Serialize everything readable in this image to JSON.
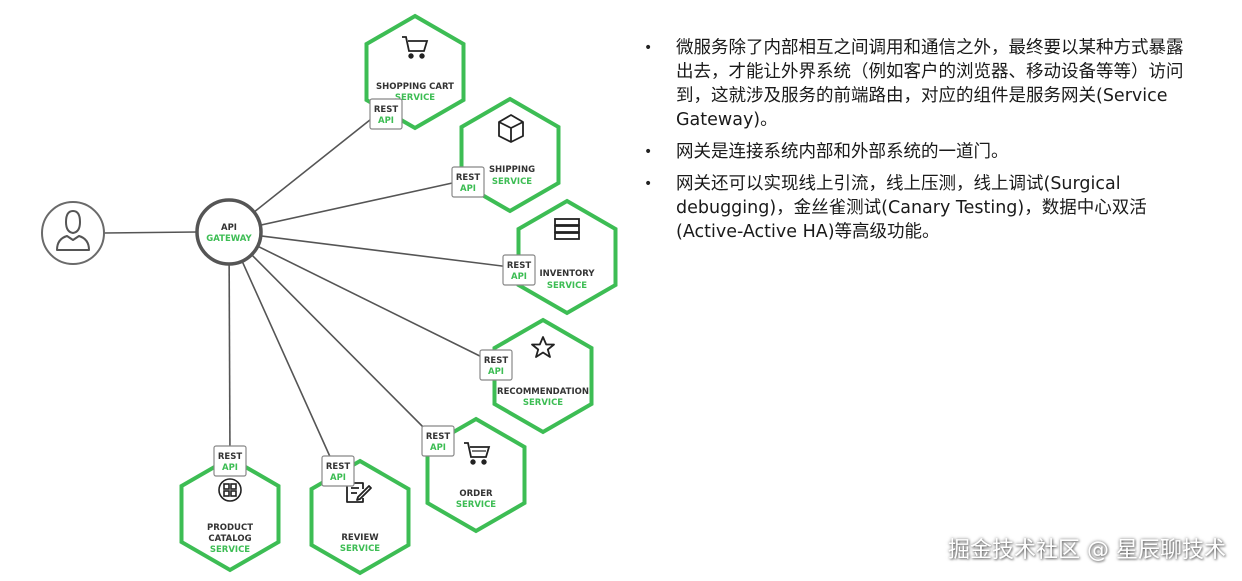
{
  "diagram": {
    "user": {
      "icon": "user-icon"
    },
    "gateway": {
      "line1": "API",
      "line2": "GATEWAY"
    },
    "rest": {
      "line1": "REST",
      "line2": "API"
    },
    "services": [
      {
        "id": "shopping-cart",
        "lines": [
          "SHOPPING CART"
        ],
        "sub": "SERVICE",
        "icon": "shopping-cart-icon"
      },
      {
        "id": "shipping",
        "lines": [
          "SHIPPING"
        ],
        "sub": "SERVICE",
        "icon": "package-icon"
      },
      {
        "id": "inventory",
        "lines": [
          "INVENTORY"
        ],
        "sub": "SERVICE",
        "icon": "stack-icon"
      },
      {
        "id": "recommendation",
        "lines": [
          "RECOMMENDATION"
        ],
        "sub": "SERVICE",
        "icon": "star-icon"
      },
      {
        "id": "order",
        "lines": [
          "ORDER"
        ],
        "sub": "SERVICE",
        "icon": "cart-icon"
      },
      {
        "id": "review",
        "lines": [
          "REVIEW"
        ],
        "sub": "SERVICE",
        "icon": "edit-icon"
      },
      {
        "id": "product-catalog",
        "lines": [
          "PRODUCT",
          "CATALOG"
        ],
        "sub": "SERVICE",
        "icon": "grid-icon"
      }
    ],
    "colors": {
      "green": "#3dbd54",
      "line": "#555555",
      "hex_fill": "#ffffff"
    }
  },
  "notes": [
    "微服务除了内部相互之间调用和通信之外，最终要以某种方式暴露出去，才能让外界系统（例如客户的浏览器、移动设备等等）访问到，这就涉及服务的前端路由，对应的组件是服务网关(Service Gateway)。",
    "网关是连接系统内部和外部系统的一道门。",
    "网关还可以实现线上引流，线上压测，线上调试(Surgical debugging)，金丝雀测试(Canary Testing)，数据中心双活(Active-Active HA)等高级功能。"
  ],
  "bullet": "•",
  "watermark": "掘金技术社区 @ 星辰聊技术"
}
